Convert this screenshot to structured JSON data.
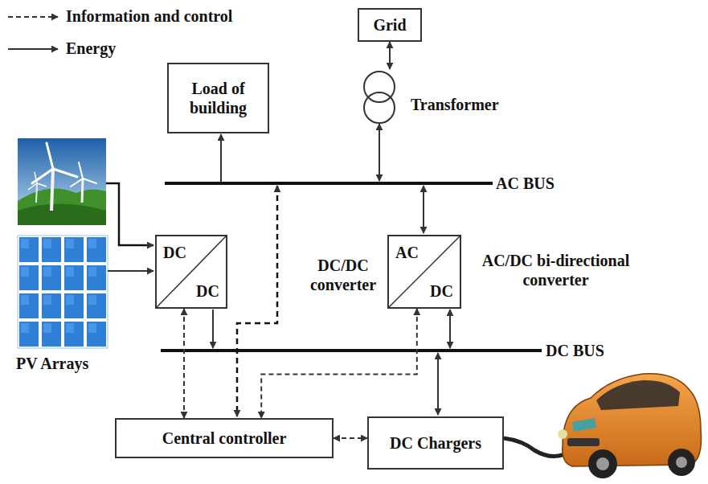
{
  "diagram": {
    "nodes": [
      {
        "text": [
          "Grid"
        ]
      },
      {
        "text": [
          "Load of building"
        ]
      },
      {
        "text": [
          "DC",
          "DC",
          "DC/DC converter"
        ]
      },
      {
        "text": [
          "AC",
          "DC",
          "AC/DC bi-directional converter"
        ]
      },
      {
        "text": [
          "Central controller"
        ]
      },
      {
        "text": [
          "DC Chargers"
        ]
      }
    ],
    "edges": [
      {
        "from": 2,
        "to": 4,
        "arrow": "both"
      },
      {
        "from": 3,
        "to": 4,
        "arrow": "both"
      },
      {
        "from": 4,
        "to": 5,
        "arrow": "both"
      }
    ],
    "labels": [
      "Transformer",
      "AC BUS",
      "DC BUS",
      "PV Arrays"
    ],
    "legend": [
      {
        "text": "Information and control"
      },
      {
        "text": "Energy"
      }
    ]
  }
}
